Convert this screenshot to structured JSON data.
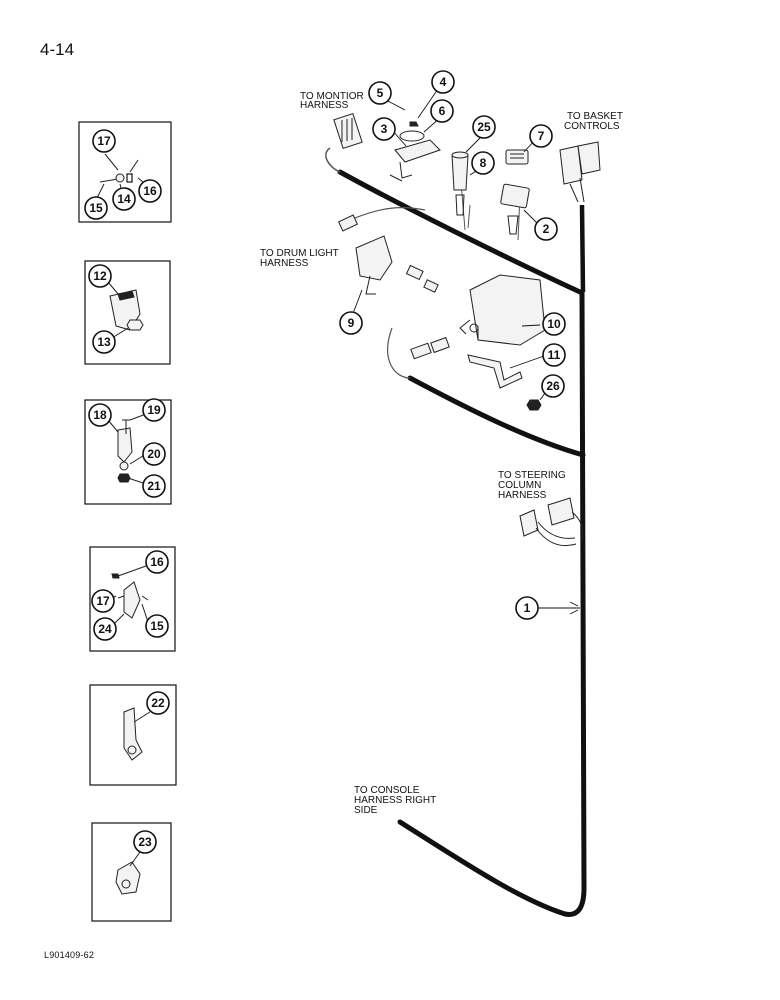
{
  "page_number": "4-14",
  "footer_code": "L901409-62",
  "labels": {
    "monitor_line1": "TO MONTIOR",
    "monitor_line2": "HARNESS",
    "basket_line1": "TO BASKET",
    "basket_line2": "CONTROLS",
    "drum_line1": "TO DRUM LIGHT",
    "drum_line2": "HARNESS",
    "steering_line1": "TO STEERING",
    "steering_line2": "COLUMN",
    "steering_line3": "HARNESS",
    "console_line1": "TO CONSOLE",
    "console_line2": "HARNESS RIGHT",
    "console_line3": "SIDE"
  },
  "callouts": {
    "main": [
      "5",
      "4",
      "6",
      "3",
      "25",
      "7",
      "8",
      "2",
      "9",
      "10",
      "11",
      "26",
      "1"
    ],
    "inset1": [
      "17",
      "14",
      "16",
      "15"
    ],
    "inset2": [
      "12",
      "13"
    ],
    "inset3": [
      "18",
      "19",
      "20",
      "21"
    ],
    "inset4": [
      "16",
      "17",
      "24",
      "15"
    ],
    "inset5": [
      "22"
    ],
    "inset6": [
      "23"
    ]
  }
}
